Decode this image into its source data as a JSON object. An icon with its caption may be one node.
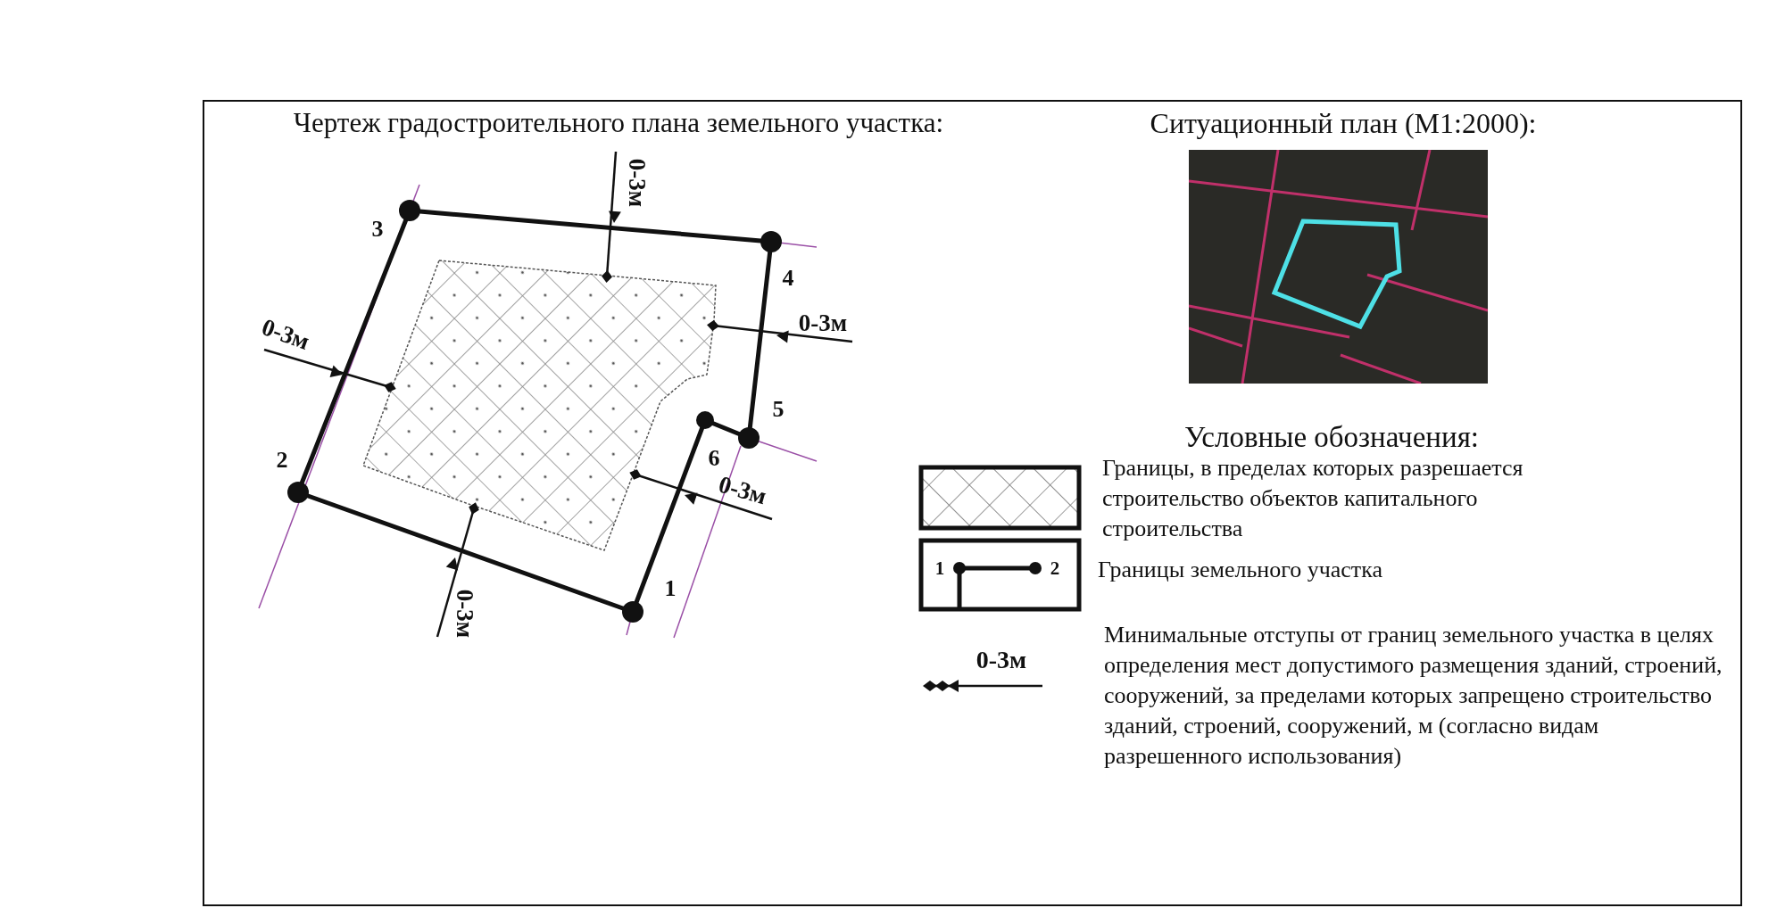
{
  "diagram": {
    "labels": [
      "Чертеж градостроительного плана земельного участка:",
      "Ситуационный план (М1:2000):",
      "0-3м",
      "3",
      "4",
      "0-3м",
      "0-3м",
      "5",
      "6",
      "2",
      "0-3м",
      "1",
      "0-3м",
      "Условные обозначения:",
      "1",
      "2",
      "0-3м"
    ],
    "legend": [
      {
        "text": "Границы, в пределах которых разрешается строительство  объектов капитального строительства"
      },
      {
        "text": "Границы земельного участка"
      },
      {
        "text": "Минимальные отступы от границ земельного участка в целях определения мест допустимого размещения зданий, строений, сооружений, за пределами которых запрещено строительство зданий, строений, сооружений, м (согласно видам разрешенного использования)"
      }
    ]
  }
}
